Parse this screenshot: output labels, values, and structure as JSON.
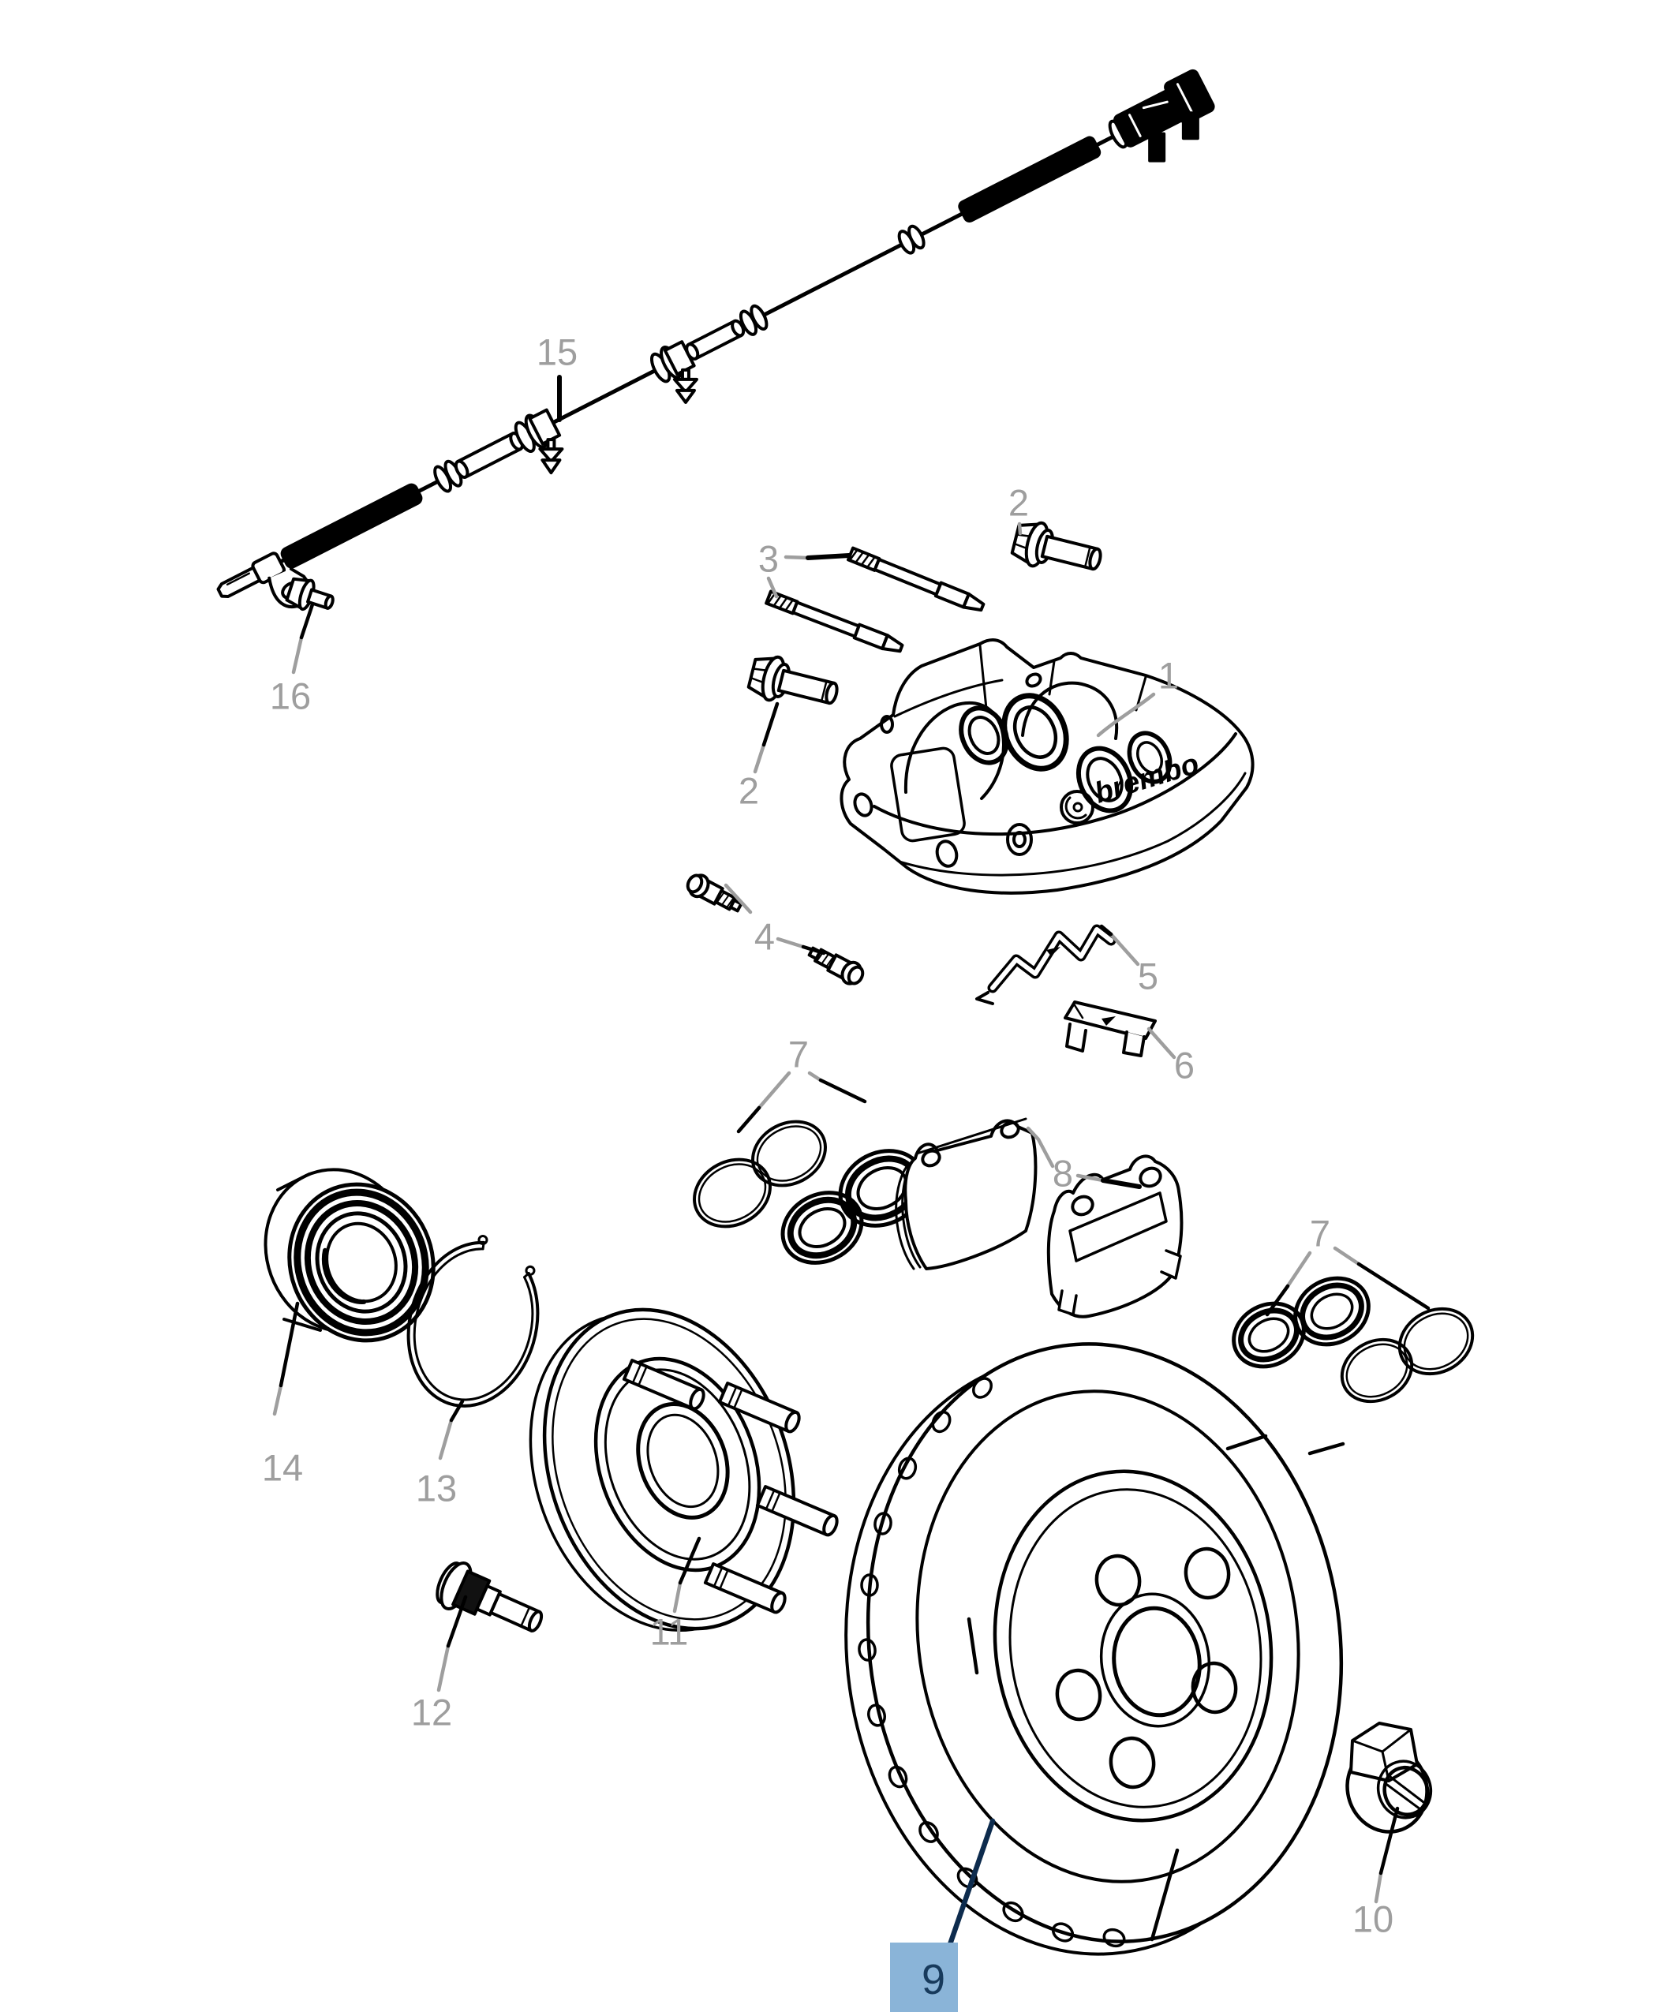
{
  "page": {
    "background": "#ffffff"
  },
  "diagram": {
    "kind": "exploded-parts-diagram",
    "subject": "rear-disc-brake-assembly",
    "selected_callout": "9",
    "colors": {
      "line": "#000000",
      "label_gray": "#9e9e9e",
      "highlight_fill": "#8ab4d8",
      "highlight_text": "#173a5c",
      "selected_leader": "#0d2b4d"
    }
  },
  "caliper": {
    "logo_text": "brembo"
  },
  "callouts": [
    {
      "text": "15"
    },
    {
      "text": "16"
    },
    {
      "text": "3"
    },
    {
      "text": "2"
    },
    {
      "text": "1"
    },
    {
      "text": "2"
    },
    {
      "text": "4"
    },
    {
      "text": "5"
    },
    {
      "text": "6"
    },
    {
      "text": "7"
    },
    {
      "text": "8"
    },
    {
      "text": "7"
    },
    {
      "text": "14"
    },
    {
      "text": "13"
    },
    {
      "text": "11"
    },
    {
      "text": "12"
    },
    {
      "text": "9"
    },
    {
      "text": "10"
    }
  ]
}
